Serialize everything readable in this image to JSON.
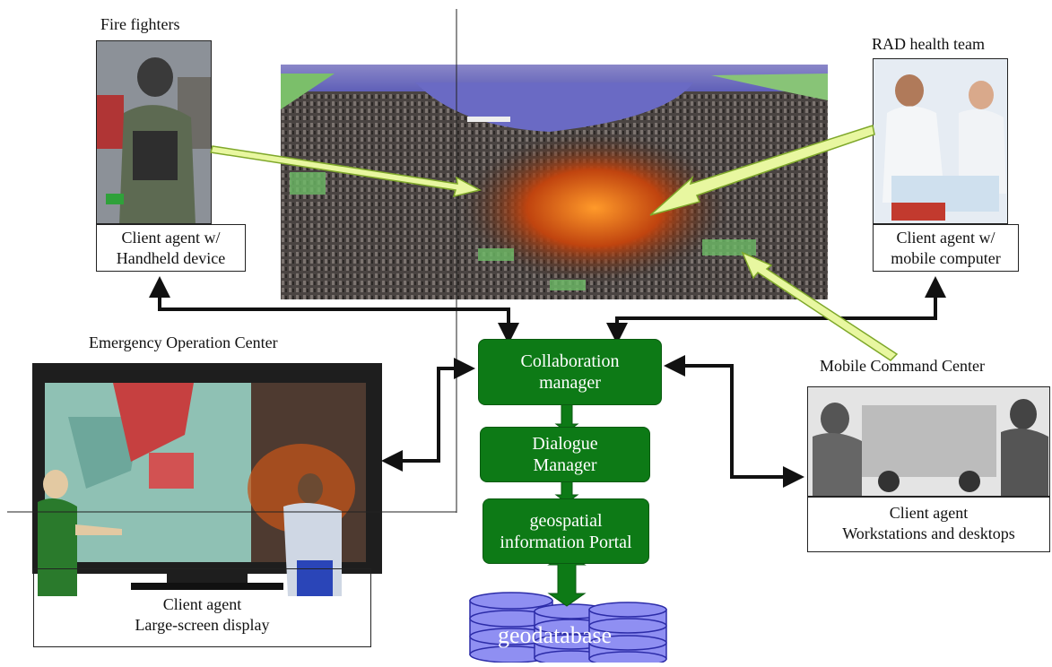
{
  "nodes": {
    "fire_fighters": {
      "title": "Fire fighters",
      "agent_line1": "Client agent  w/",
      "agent_line2": "Handheld device"
    },
    "rad_health": {
      "title": "RAD health team",
      "agent_line1": "Client agent  w/",
      "agent_line2": "mobile computer"
    },
    "eoc": {
      "title": "Emergency Operation Center",
      "agent_line1": "Client agent",
      "agent_line2": "Large-screen display"
    },
    "mcc": {
      "title": "Mobile Command Center",
      "agent_line1": "Client agent",
      "agent_line2": "Workstations and desktops"
    }
  },
  "stack": {
    "collaboration_line1": "Collaboration",
    "collaboration_line2": "manager",
    "dialogue_line1": "Dialogue",
    "dialogue_line2": "Manager",
    "portal_line1": "geospatial",
    "portal_line2": "information Portal",
    "database": "geodatabase"
  },
  "colors": {
    "manager_green": "#0d7a16",
    "arrow_black": "#111111",
    "pointer_yellow_green": "#e8f7a0",
    "db_blue": "#8f8ff2"
  }
}
